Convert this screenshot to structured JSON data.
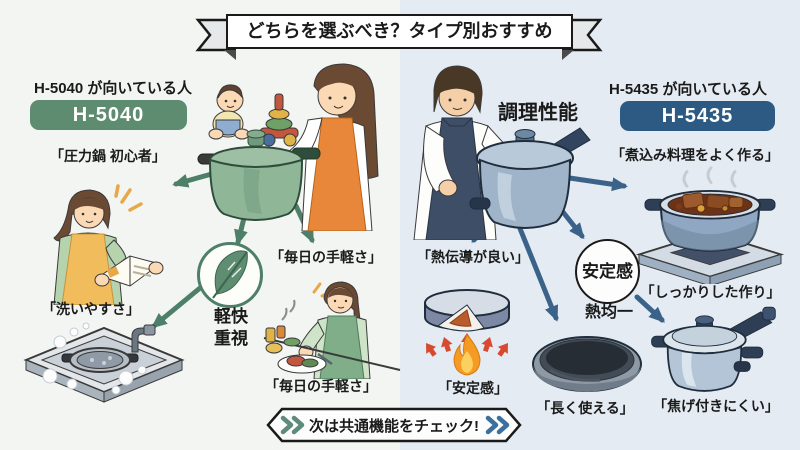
{
  "banner": {
    "title": "どちらを選ぶべき？タイプ別おすすめ"
  },
  "left_section": {
    "heading": "H-5040 が向いている人",
    "badge": "H-5040",
    "badge_color": "#5e8c71",
    "arrow_color": "#4e7f68",
    "labels": {
      "beginner": "「圧力鍋 初心者」",
      "daily_ease_top": "「毎日の手軽さ」",
      "easy_to_wash": "「洗いやすさ」",
      "lightness_line1": "軽快",
      "lightness_line2": "重視",
      "daily_ease_bottom": "「毎日の手軽さ」"
    }
  },
  "right_section": {
    "heading": "H-5435 が向いている人",
    "badge": "H-5435",
    "badge_color": "#2d5a82",
    "arrow_color": "#3b6389",
    "cooking_performance": "調理性能",
    "labels": {
      "stew_often": "「煮込み料理をよく作る」",
      "heat_conduction": "「熱伝導が良い」",
      "stability_circle": "安定感",
      "heat_uniform": "熱均一",
      "stability": "「安定感」",
      "long_lasting": "「長く使える」",
      "solid_build": "「しっかりした作り」",
      "burn_resistant": "「焦げ付きにくい」"
    }
  },
  "footer_banner": {
    "text": "次は共通機能をチェック!"
  }
}
